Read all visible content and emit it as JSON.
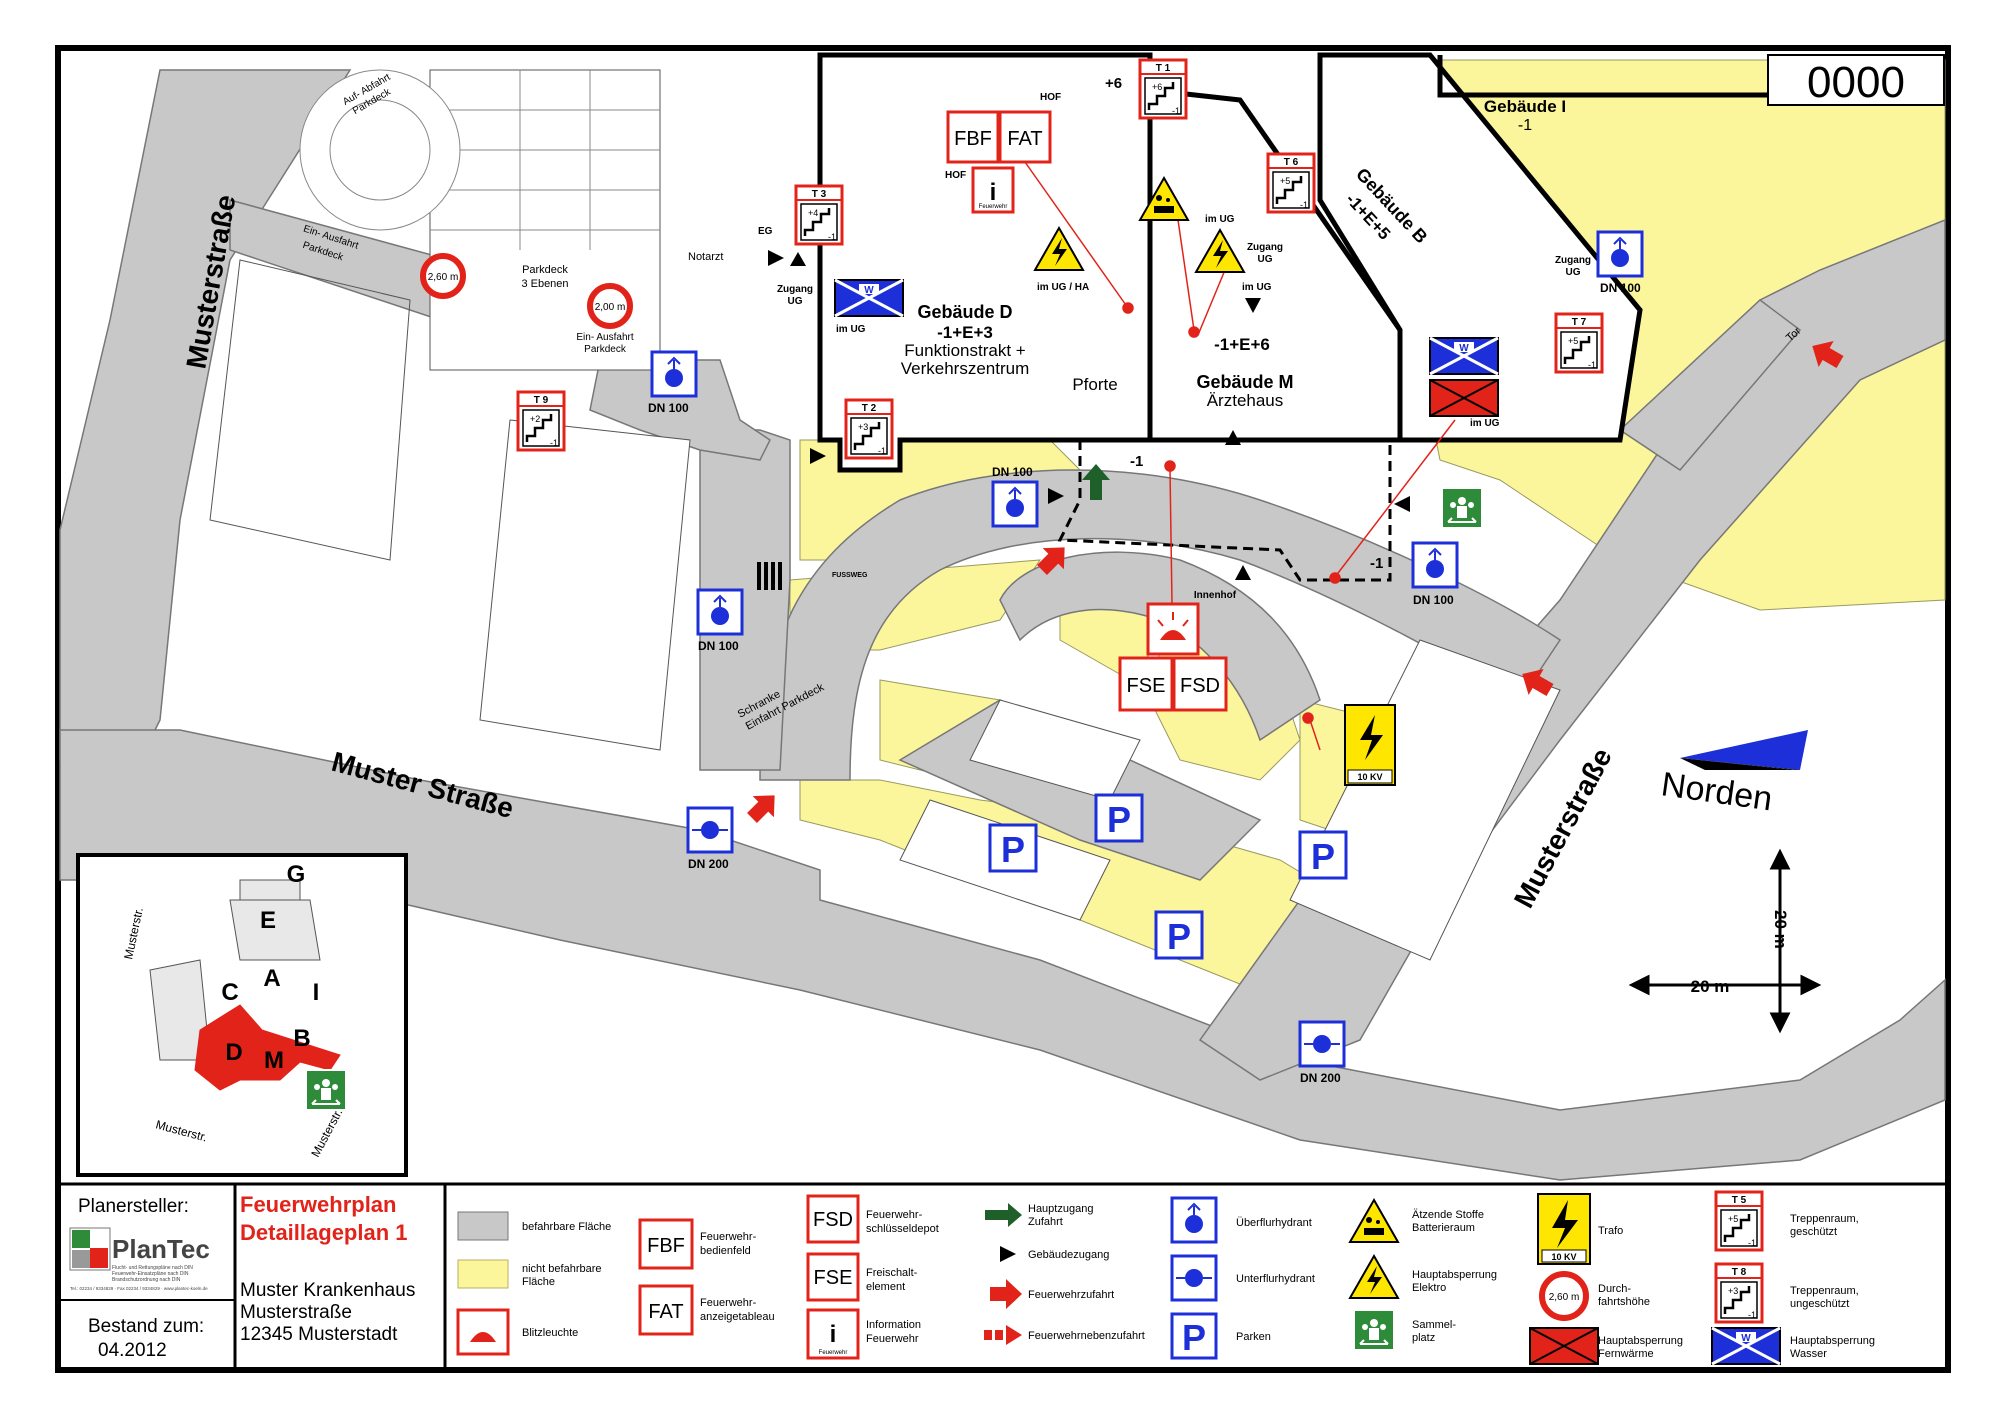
{
  "plan_number": "0000",
  "streets": {
    "west": "Musterstraße",
    "south": "Muster Straße",
    "east": "Musterstraße"
  },
  "buildings": {
    "d": {
      "name": "Gebäude D",
      "levels": "-1+E+3",
      "line1": "Funktionstrakt +",
      "line2": "Verkehrszentrum"
    },
    "m": {
      "name": "Gebäude M",
      "levels": "-1+E+6",
      "desc": "Ärztehaus"
    },
    "b": {
      "name": "Gebäude B",
      "levels": "-1+E+5"
    },
    "i": {
      "name": "Gebäude I",
      "levels": "-1"
    }
  },
  "labels": {
    "pforte": "Pforte",
    "hof": "HOF",
    "plus6": "+6",
    "eg": "EG",
    "notarzt": "Notarzt",
    "parkdeck_title": "Parkdeck",
    "parkdeck_levels": "3 Ebenen",
    "auf_abfahrt": "Auf- Abfahrt",
    "auf_abfahrt2": "Parkdeck",
    "ein_ausfahrt": "Ein- Ausfahrt",
    "ein_ausfahrt2": "Parkdeck",
    "zugang": "Zugang",
    "ug": "UG",
    "im_ug": "im UG",
    "im_ug_ha": "im UG / HA",
    "innenhof": "Innenhof",
    "fussweg": "FUSSWEG",
    "schranke1": "Schranke",
    "schranke2": "Einfahrt Parkdeck",
    "tor": "Tor",
    "minus1": "-1",
    "norden": "Norden",
    "scale_v": "20 m",
    "scale_h": "20 m",
    "feuerwehr": "Feuerwehr",
    "kv": "10 KV"
  },
  "hydrants": {
    "dn100": "DN 100",
    "dn200": "DN 200"
  },
  "stairs": {
    "t1": {
      "id": "T 1",
      "top": "+6",
      "bottom": "-1"
    },
    "t2": {
      "id": "T 2",
      "top": "+3",
      "bottom": "-1"
    },
    "t3": {
      "id": "T 3",
      "top": "+4",
      "bottom": "-1"
    },
    "t6": {
      "id": "T 6",
      "top": "+5",
      "bottom": "-1"
    },
    "t7": {
      "id": "T 7",
      "top": "+5",
      "bottom": "-1"
    },
    "t9": {
      "id": "T 9",
      "top": "+2",
      "bottom": "-1"
    },
    "t5": {
      "id": "T 5",
      "top": "+5",
      "bottom": "-1"
    },
    "t8": {
      "id": "T 8",
      "top": "+3",
      "bottom": "-1"
    }
  },
  "boxes": {
    "fbf": "FBF",
    "fat": "FAT",
    "fse": "FSE",
    "fsd": "FSD",
    "clearance1": "2,60 m",
    "clearance2": "2,00 m",
    "parking": "P"
  },
  "overview": {
    "letters": [
      "G",
      "E",
      "A",
      "C",
      "I",
      "D",
      "M",
      "B"
    ],
    "streets": [
      "Musterstr.",
      "Musterstr.",
      "Musterstr."
    ]
  },
  "footer": {
    "planersteller_label": "Planersteller:",
    "company": "PlanTec",
    "company_tagline1": "Flucht- und Rettungspläne nach DIN",
    "company_tagline2": "Feuerwehr-Einsatzpläne nach DIN",
    "company_tagline3": "Brandschutzordnung nach DIN",
    "company_contact": "Tel.: 02234 / 9334829 · Fax 02234 / 9334829 · www.plantec-koeln.de",
    "bestand_label": "Bestand zum:",
    "bestand_date": "04.2012",
    "plan_title1": "Feuerwehrplan",
    "plan_title2": "Detaillageplan 1",
    "address1": "Muster Krankenhaus",
    "address2": "Musterstraße",
    "address3": "12345 Musterstadt"
  },
  "legend": {
    "befahrbar": "befahrbare Fläche",
    "nicht_befahrbar1": "nicht befahrbare",
    "nicht_befahrbar2": "Fläche",
    "blitzleuchte": "Blitzleuchte",
    "fbf1": "Feuerwehr-",
    "fbf2": "bedienfeld",
    "fat1": "Feuerwehr-",
    "fat2": "anzeigetableau",
    "fsd1": "Feuerwehr-",
    "fsd2": "schlüsseldepot",
    "fse1": "Freischalt-",
    "fse2": "element",
    "info1": "Information",
    "info2": "Feuerwehr",
    "hauptzugang1": "Hauptzugang",
    "hauptzugang2": "Zufahrt",
    "gebaeudezugang": "Gebäudezugang",
    "zufahrt": "Feuerwehrzufahrt",
    "nebenzufahrt": "Feuerwehrnebenzufahrt",
    "ueberflur": "Überflurhydrant",
    "unterflur": "Unterflurhydrant",
    "parken": "Parken",
    "aetzend1": "Ätzende Stoffe",
    "aetzend2": "Batterieraum",
    "elektro1": "Hauptabsperrung",
    "elektro2": "Elektro",
    "sammel1": "Sammel-",
    "sammel2": "platz",
    "trafo": "Trafo",
    "durchfahrt1": "Durch-",
    "durchfahrt2": "fahrtshöhe",
    "fernwaerme1": "Hauptabsperrung",
    "fernwaerme2": "Fernwärme",
    "treppe_g1": "Treppenraum,",
    "treppe_g2": "geschützt",
    "treppe_u1": "Treppenraum,",
    "treppe_u2": "ungeschützt",
    "wasser1": "Hauptabsperrung",
    "wasser2": "Wasser"
  },
  "colors": {
    "road": "#c8c8c8",
    "no_drive": "#fbf59c",
    "signal_red": "#e2231a",
    "hydrant_blue": "#1d2fd8",
    "rescue_green": "#2e8b3a",
    "warning_yellow": "#ffe600"
  }
}
